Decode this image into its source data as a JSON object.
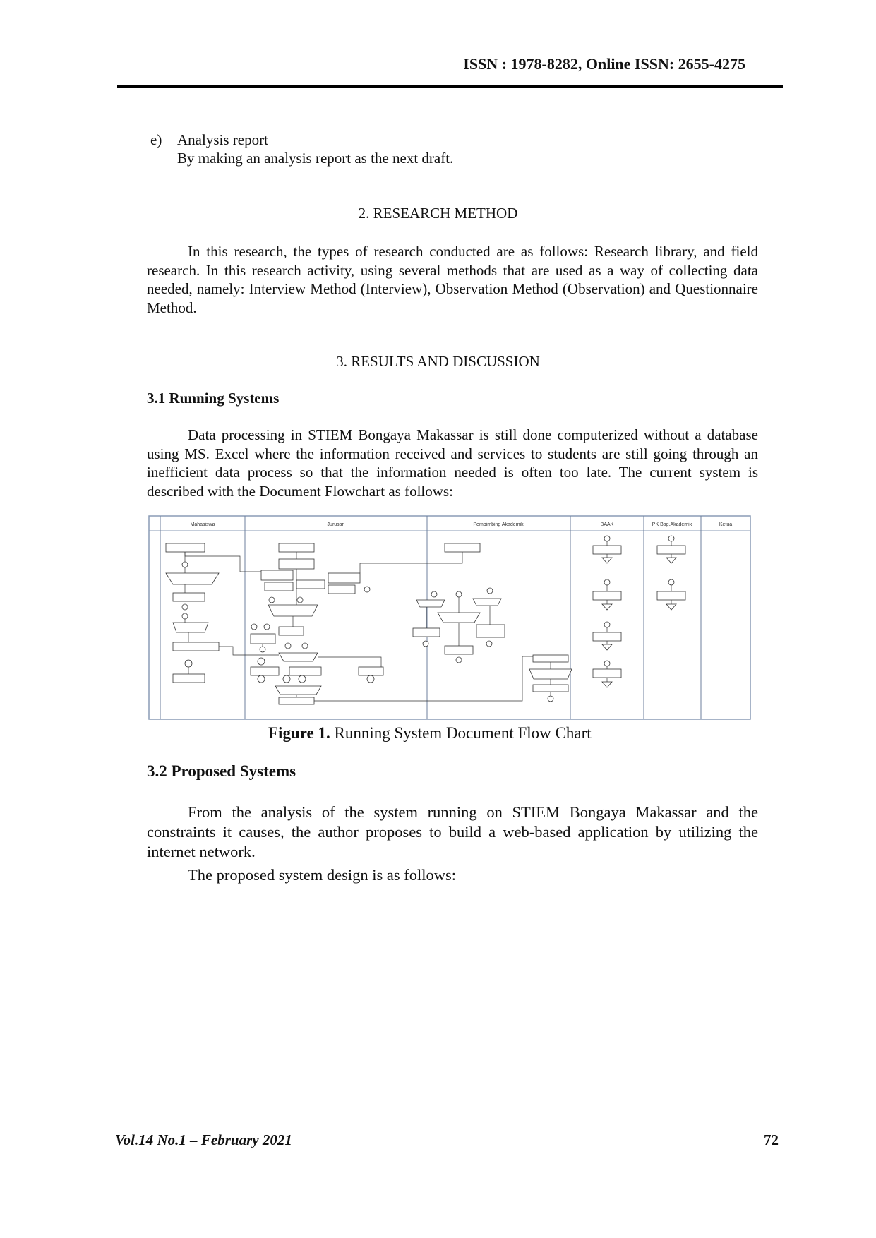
{
  "header": {
    "issn": "ISSN : 1978-8282, Online ISSN: 2655-4275"
  },
  "item_e": {
    "label": "e)",
    "title": "Analysis report",
    "text": "By making an analysis report as the next draft."
  },
  "section2": {
    "heading": "2.    RESEARCH METHOD",
    "paragraph": "In this research, the types of research conducted are as follows: Research library, and field research. In this research activity, using several methods that are used as a way of collecting data needed, namely: Interview Method (Interview), Observation Method (Observation) and Questionnaire Method."
  },
  "section3": {
    "heading": "3.    RESULTS AND DISCUSSION",
    "sub1_title": "3.1   Running Systems",
    "sub1_paragraph": "Data processing in STIEM Bongaya Makassar is still done computerized without a database using MS. Excel where the information received and services to students are still going through an inefficient data process so that the information needed is often too late. The current system is described with the Document Flowchart as follows:",
    "figure": {
      "caption_bold": "Figure 1.",
      "caption_text": " Running System Document Flow Chart",
      "lanes": [
        "Mahasiswa",
        "Jurusan",
        "Pembimbing Akademik",
        "BAAK",
        "PK Bag.Akademik",
        "Ketua"
      ]
    },
    "sub2_title": "3.2   Proposed Systems",
    "sub2_paragraph1": "From the analysis of the system running on STIEM Bongaya Makassar and the constraints it causes, the author proposes to build a web-based application by utilizing the internet network.",
    "sub2_paragraph2": "The proposed system design is as follows:"
  },
  "footer": {
    "volume": "Vol.14 No.1 – February 2021",
    "page": "72"
  }
}
